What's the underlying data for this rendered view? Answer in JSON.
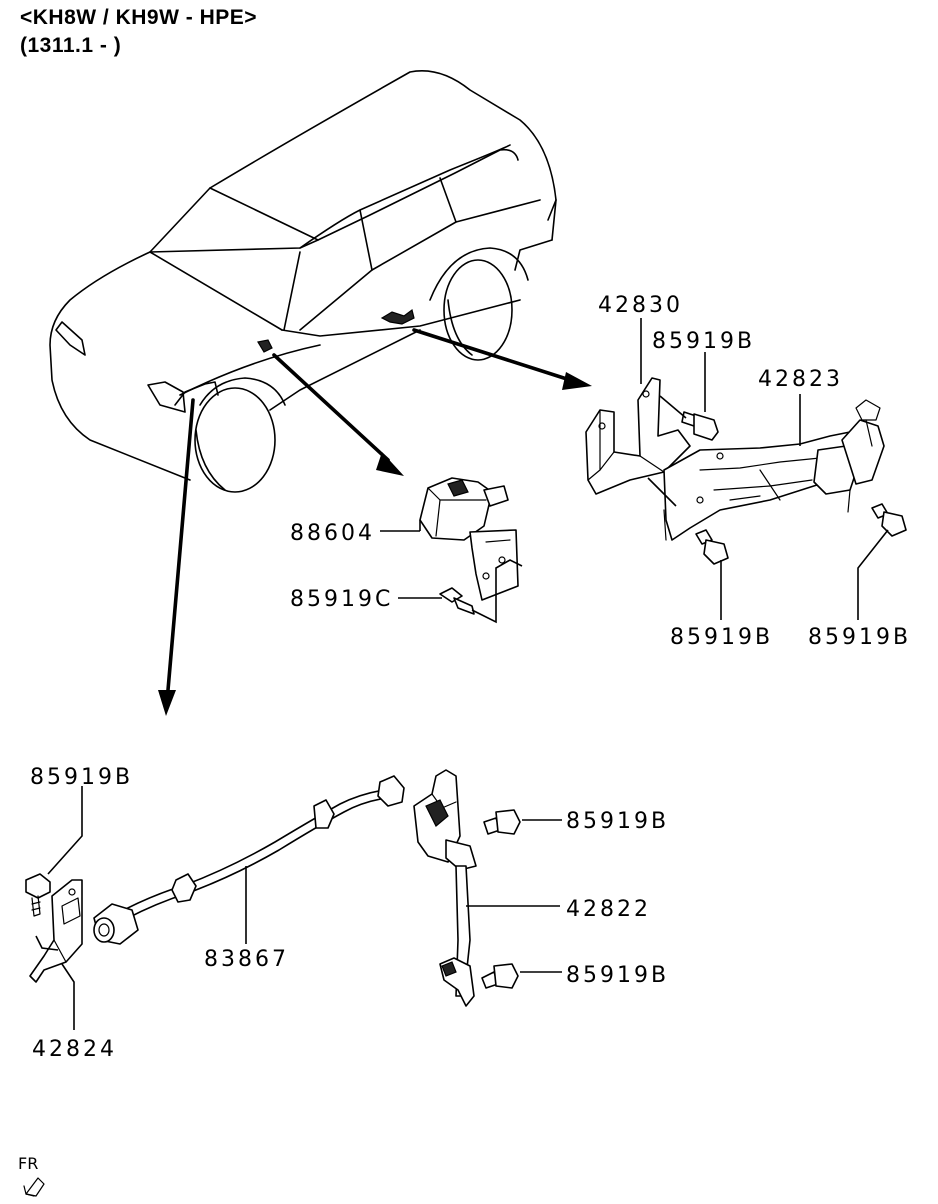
{
  "header": {
    "model_line": "<KH8W / KH9W - HPE>",
    "date_line": "(1311.1 - )"
  },
  "callouts": [
    {
      "id": "42830",
      "label": "42830"
    },
    {
      "id": "85919B_top",
      "label": "85919B"
    },
    {
      "id": "42823",
      "label": "42823"
    },
    {
      "id": "88604",
      "label": "88604"
    },
    {
      "id": "85919C",
      "label": "85919C"
    },
    {
      "id": "85919B_bracket_left",
      "label": "85919B"
    },
    {
      "id": "85919B_bracket_right",
      "label": "85919B"
    },
    {
      "id": "85919B_lower_left",
      "label": "85919B"
    },
    {
      "id": "85919B_sensor_top",
      "label": "85919B"
    },
    {
      "id": "42822",
      "label": "42822"
    },
    {
      "id": "83867",
      "label": "83867"
    },
    {
      "id": "85919B_sensor_bottom",
      "label": "85919B"
    },
    {
      "id": "42824",
      "label": "42824"
    }
  ],
  "front_marker": {
    "label": "FR"
  }
}
